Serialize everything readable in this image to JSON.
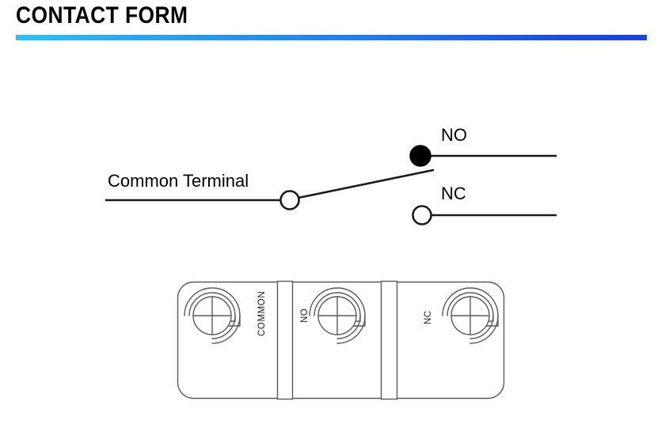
{
  "header": {
    "title": "CONTACT FORM",
    "rule_gradient_from": "#29c3fb",
    "rule_gradient_to": "#1a3ff2"
  },
  "schematic": {
    "common_label": "Common Terminal",
    "no_label": "NO",
    "nc_label": "NC",
    "common_node_state": "open",
    "no_node_state": "filled",
    "nc_node_state": "open",
    "line_color": "#1a1a1a"
  },
  "terminal_block": {
    "outline_color": "#5a5a5a",
    "fill_color": "#ffffff",
    "terminals": [
      {
        "label": "COMMON",
        "screw_type": "cross-slot"
      },
      {
        "label": "NO",
        "screw_type": "cross-slot"
      },
      {
        "label": "NC",
        "screw_type": "cross-slot"
      }
    ]
  }
}
